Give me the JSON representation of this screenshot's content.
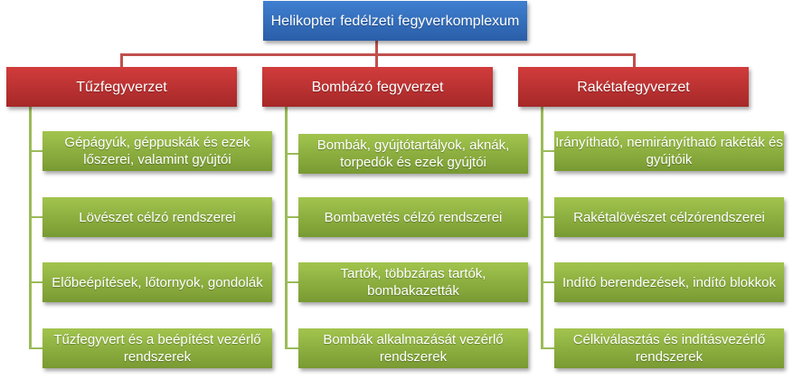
{
  "root": {
    "label": "Helikopter fedélzeti fegyverkomplexum"
  },
  "categories": [
    {
      "label": "Tűzfegyverzet",
      "items": [
        "Gépágyúk, géppuskák és ezek lőszerei, valamint gyújtói",
        "Lövészet célzó rendszerei",
        "Előbeépítések, lőtornyok, gondolák",
        "Tűzfegyvert és a beépítést vezérlő rendszerek"
      ]
    },
    {
      "label": "Bombázó fegyverzet",
      "items": [
        "Bombák, gyújtótartályok, aknák, torpedók és ezek gyújtói",
        "Bombavetés célzó rendszerei",
        "Tartók, többzáras tartók, bombakazetták",
        "Bombák alkalmazását vezérlő rendszerek"
      ]
    },
    {
      "label": "Rakétafegyverzet",
      "items": [
        "Irányítható, nemirányítható rakéták és  gyújtóik",
        "Rakétalövészet célzórendszerei",
        "Indító berendezések, indító blokkok",
        "Célkiválasztás és indításvezérlő rendszerek"
      ]
    }
  ],
  "colors": {
    "root": "#2f6bbf",
    "category": "#c0392b",
    "leaf": "#8db540"
  }
}
